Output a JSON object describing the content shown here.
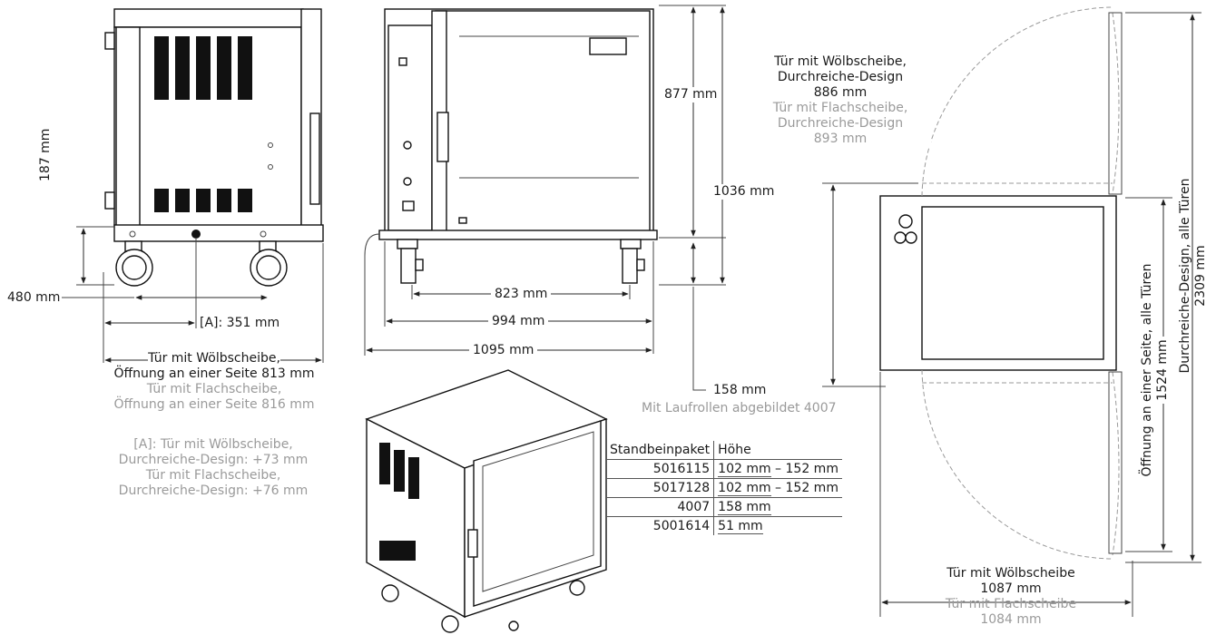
{
  "dimensions": {
    "side_187": "187 mm",
    "side_480": "480 mm",
    "side_A351": "[A]: 351 mm",
    "front_877": "877 mm",
    "front_1036": "1036 mm",
    "front_823": "823 mm",
    "front_994": "994 mm",
    "front_1095": "1095 mm",
    "front_158": "158 mm",
    "front_casters_note": "Mit Laufrollen abgebildet 4007",
    "top_1524": "1524 mm",
    "top_2309": "2309 mm"
  },
  "notes": {
    "door_left_dark_line1": "Tür mit Wölbscheibe,",
    "door_left_dark_line2": "Öffnung an einer Seite 813 mm",
    "door_left_grey_line1": "Tür mit Flachscheibe,",
    "door_left_grey_line2": "Öffnung an einer Seite 816 mm",
    "note_A_line1": "[A]: Tür mit Wölbscheibe,",
    "note_A_line2": "Durchreiche-Design: +73 mm",
    "note_A_line3": "Tür mit Flachscheibe,",
    "note_A_line4": "Durchreiche-Design: +76 mm",
    "passthrough_dark_line1": "Tür mit Wölbscheibe,",
    "passthrough_dark_line2": "Durchreiche-Design",
    "passthrough_dark_line3": "886 mm",
    "passthrough_grey_line1": "Tür mit Flachscheibe,",
    "passthrough_grey_line2": "Durchreiche-Design",
    "passthrough_grey_line3": "893 mm",
    "bottom_dark_line1": "Tür mit Wölbscheibe",
    "bottom_dark_line2": "1087 mm",
    "bottom_grey_line1": "Tür mit Flachscheibe",
    "bottom_grey_line2": "1084 mm",
    "vertical_left": "Öffnung an einer Seite, alle Türen",
    "vertical_right": "Durchreiche-Design, alle Türen"
  },
  "legs_table": {
    "headers": [
      "Standbeinpaket",
      "Höhe"
    ],
    "rows": [
      {
        "package": "5016115",
        "height": "102 mm",
        "range": " – 152 mm"
      },
      {
        "package": "5017128",
        "height": "102 mm",
        "range": " – 152 mm"
      },
      {
        "package": "4007",
        "height": "158 mm",
        "range": ""
      },
      {
        "package": "5001614",
        "height": "51 mm",
        "range": ""
      }
    ]
  },
  "colors": {
    "line": "#1a1a1a",
    "secondary": "#9a9a9a",
    "background": "#ffffff"
  }
}
